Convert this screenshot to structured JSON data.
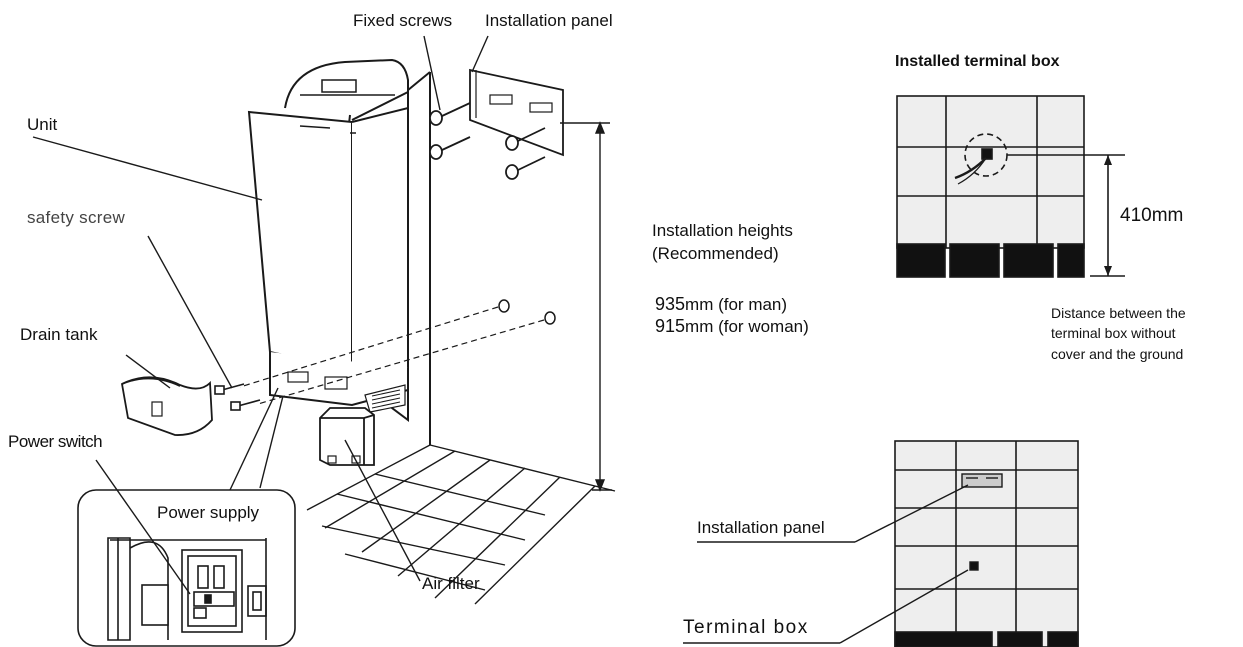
{
  "labels": {
    "fixed_screws": "Fixed screws",
    "installation_panel_top": "Installation panel",
    "unit": "Unit",
    "safety_screw": "safety screw",
    "drain_tank": "Drain tank",
    "power_switch": "Power switch",
    "power_supply": "Power supply",
    "air_filter": "Air filter",
    "installed_terminal_box": "Installed terminal box",
    "dimension_410": "410mm",
    "installation_heights_line1": "Installation heights",
    "installation_heights_line2": "(Recommended)",
    "height_man_value": "935",
    "height_man_text": "mm (for man)",
    "height_woman_value": "915",
    "height_woman_text": "mm (for woman)",
    "distance_line1": "Distance between the",
    "distance_line2": "terminal box without",
    "distance_line3": "cover and the ground",
    "installation_panel_bottom": "Installation panel",
    "terminal_box": "Terminal box"
  },
  "colors": {
    "line": "#1a1a1a",
    "wall_fill": "#eeeeee",
    "black_tile": "#111111"
  }
}
